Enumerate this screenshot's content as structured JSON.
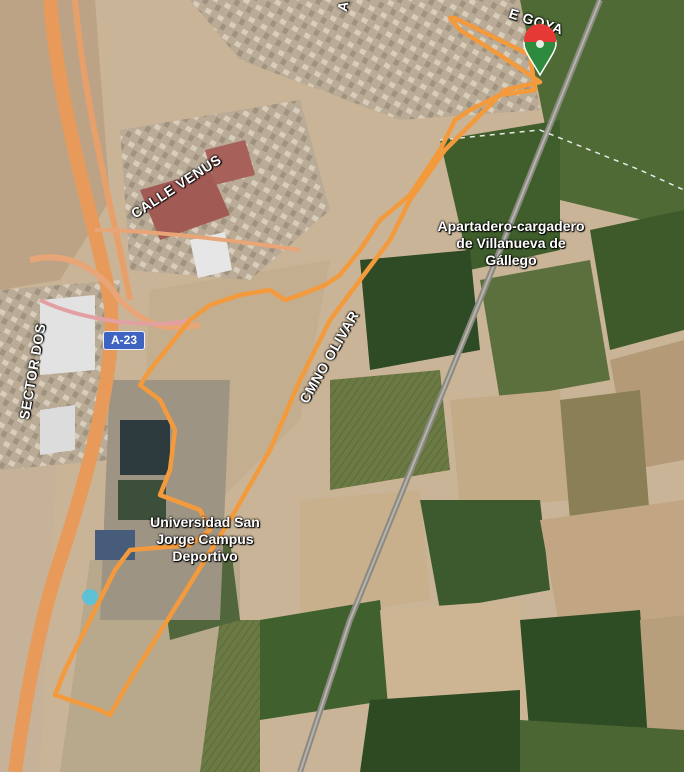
{
  "map": {
    "mode": "satellite",
    "route_color": "#f39a3c",
    "marker_colors": {
      "top": "#e53935",
      "body": "#2e8b3e"
    },
    "highway_color": "#e89a5a",
    "labels": {
      "calle_venus": "CALLE VENUS",
      "calle_goya": "E GOYA",
      "camino_olivar": "CMNO OLIVAR",
      "sector_dos": "SECTOR DOS",
      "apartadero": "Apartadero-cargadero de Villanueva de Gállego",
      "universidad": "Universidad San Jorge Campus Deportivo",
      "street_a": "A"
    },
    "road_shield": "A-23"
  }
}
